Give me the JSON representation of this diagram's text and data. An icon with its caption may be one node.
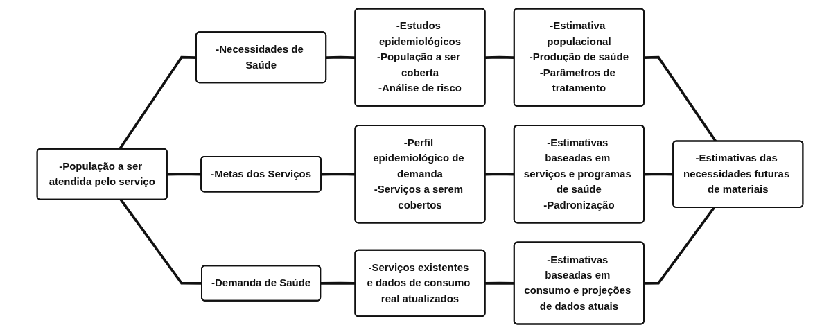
{
  "diagram": {
    "nodes": [
      {
        "text": [
          "-População a ser atendida pelo serviço"
        ]
      },
      {
        "text": [
          "-Necessidades de Saúde"
        ]
      },
      {
        "text": [
          "-Estudos epidemiológicos",
          "-População a ser coberta",
          "-Análise de risco"
        ]
      },
      {
        "text": [
          "-Estimativa populacional",
          "-Produção de saúde",
          "-Parâmetros de tratamento"
        ]
      },
      {
        "text": [
          "-Metas dos Serviços"
        ]
      },
      {
        "text": [
          "-Perfil epidemiológico de demanda",
          "-Serviços a serem cobertos"
        ]
      },
      {
        "text": [
          "-Estimativas baseadas em serviços e programas de saúde",
          "-Padronização"
        ]
      },
      {
        "text": [
          "-Demanda de Saúde"
        ]
      },
      {
        "text": [
          "-Serviços existentes e dados de consumo real atualizados"
        ]
      },
      {
        "text": [
          "-Estimativas baseadas em consumo e projeções de dados atuais"
        ]
      },
      {
        "text": [
          "-Estimativas das necessidades futuras de materiais"
        ]
      }
    ],
    "edges": [
      {
        "from": 0,
        "to": 1,
        "arrow": "none"
      },
      {
        "from": 0,
        "to": 4,
        "arrow": "none"
      },
      {
        "from": 0,
        "to": 7,
        "arrow": "none"
      },
      {
        "from": 1,
        "to": 2,
        "arrow": "none"
      },
      {
        "from": 4,
        "to": 5,
        "arrow": "none"
      },
      {
        "from": 7,
        "to": 8,
        "arrow": "none"
      },
      {
        "from": 2,
        "to": 3,
        "arrow": "none"
      },
      {
        "from": 5,
        "to": 6,
        "arrow": "none"
      },
      {
        "from": 8,
        "to": 9,
        "arrow": "none"
      },
      {
        "from": 3,
        "to": 10,
        "arrow": "none"
      },
      {
        "from": 6,
        "to": 10,
        "arrow": "none"
      },
      {
        "from": 9,
        "to": 10,
        "arrow": "none"
      }
    ]
  }
}
